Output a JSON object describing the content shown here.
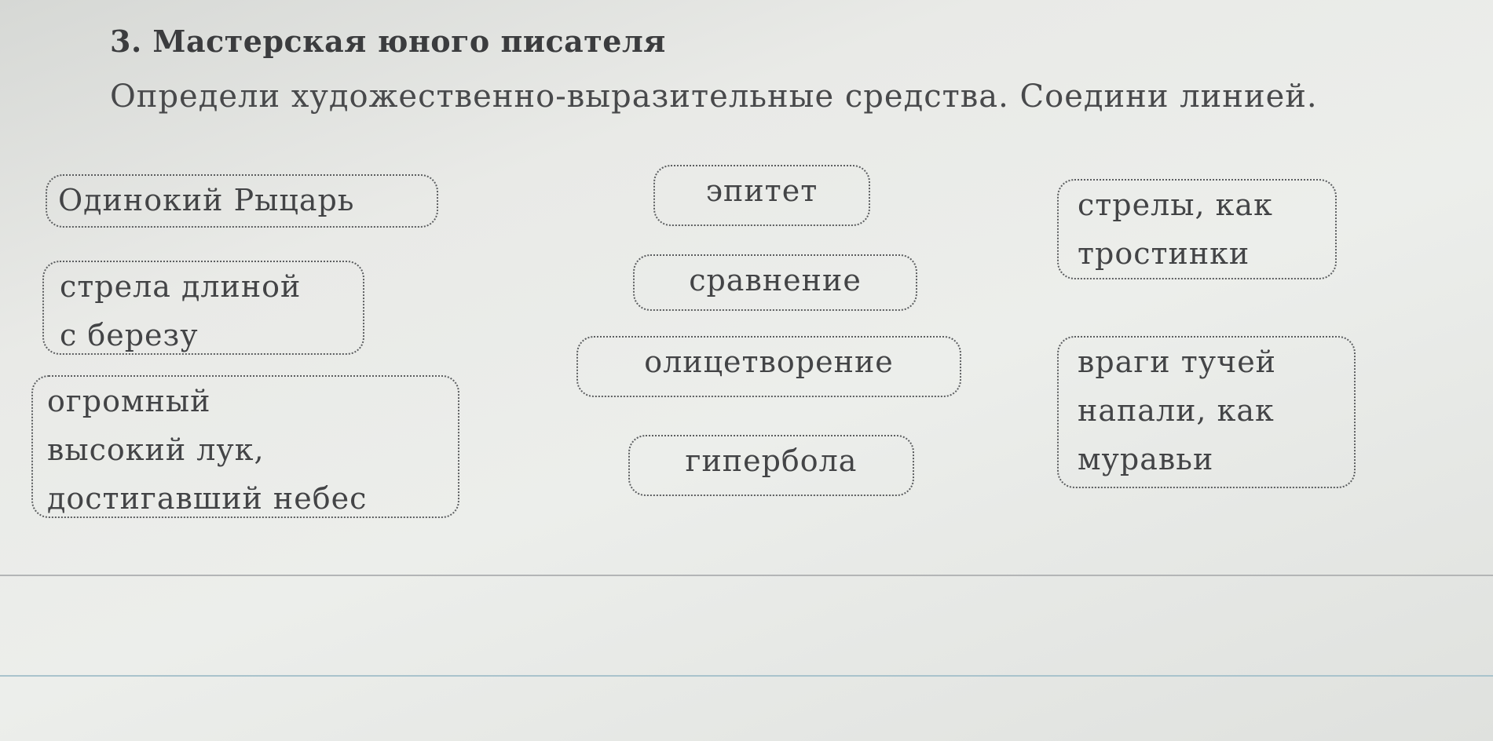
{
  "exercise": {
    "heading": "3. Мастерская юного писателя",
    "instruction": "Определи художественно-выразительные средства. Соедини линией."
  },
  "left_phrases": [
    {
      "lines": [
        "Одинокий Рыцарь"
      ]
    },
    {
      "lines": [
        "стрела длиной",
        "с березу"
      ]
    },
    {
      "lines": [
        "огромный",
        "высокий лук,",
        "достигавший небес"
      ]
    }
  ],
  "devices": [
    {
      "label": "эпитет"
    },
    {
      "label": "сравнение"
    },
    {
      "label": "олицетворение"
    },
    {
      "label": "гипербола"
    }
  ],
  "right_phrases": [
    {
      "lines": [
        "стрелы, как",
        "тростинки"
      ]
    },
    {
      "lines": [
        "враги тучей",
        "напали, как",
        "муравьи"
      ]
    }
  ]
}
